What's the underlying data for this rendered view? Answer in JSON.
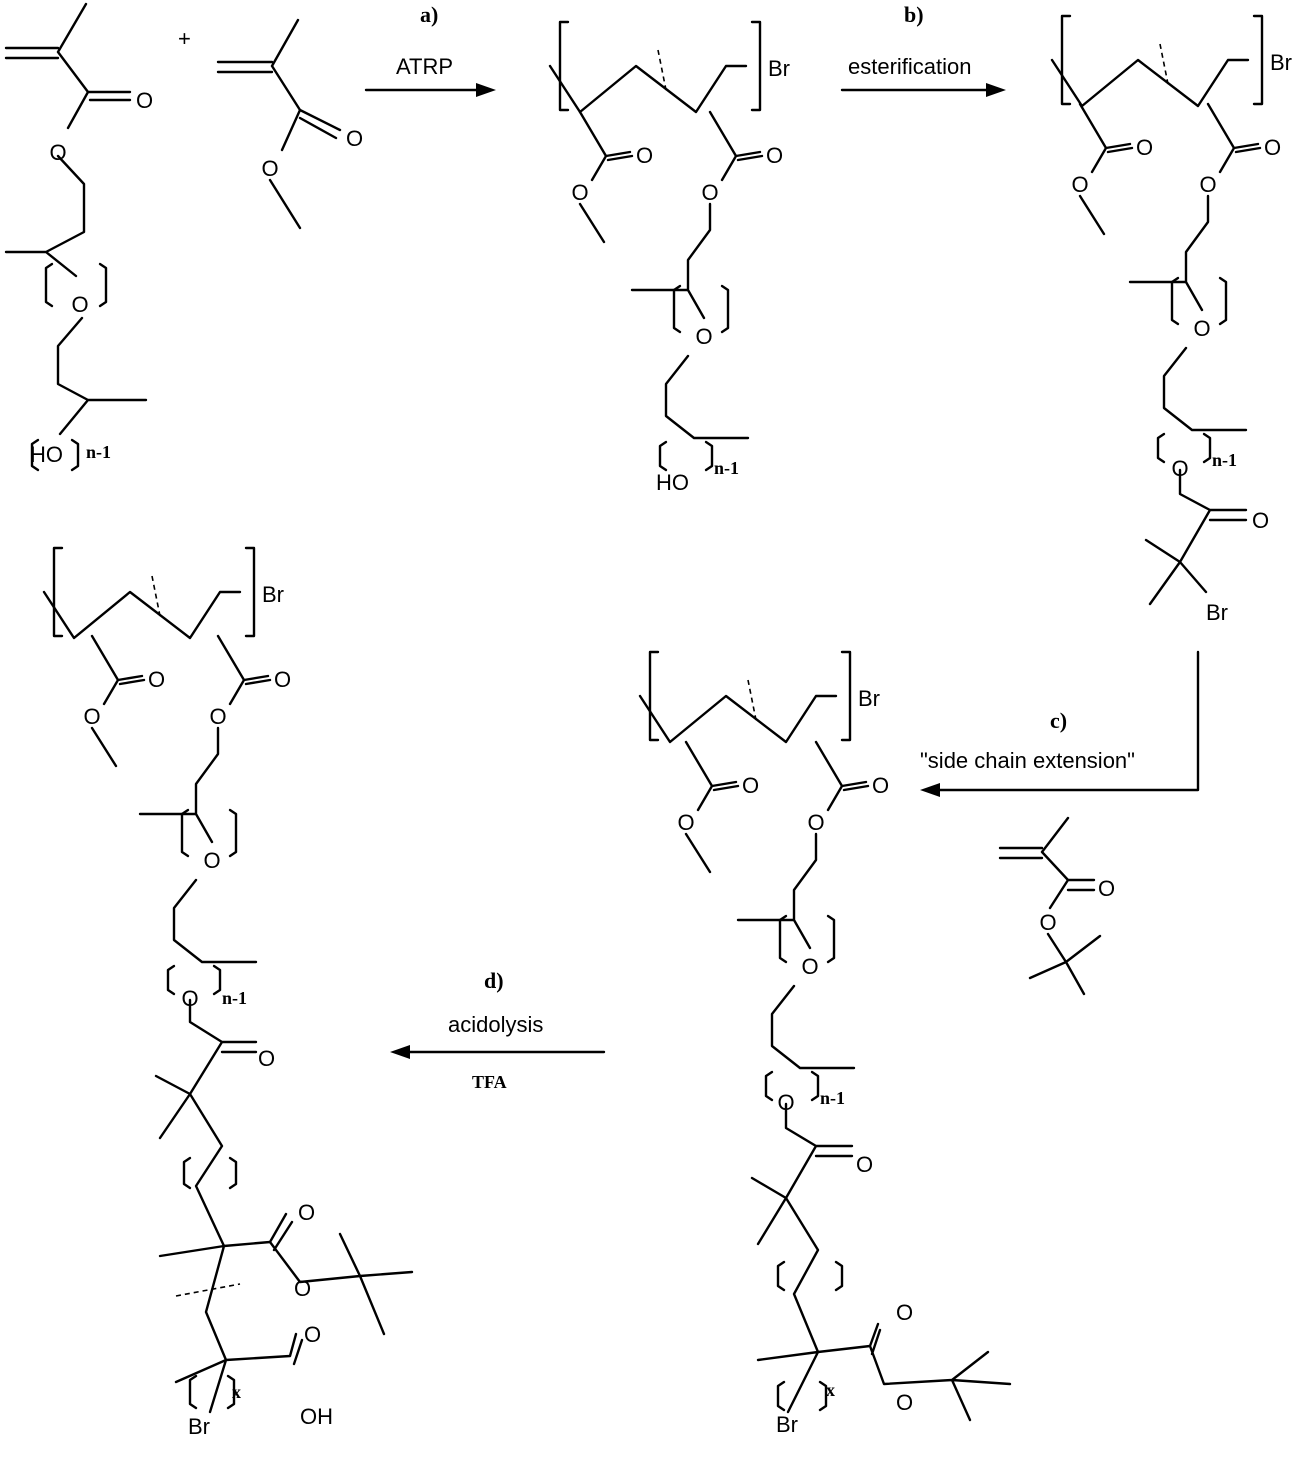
{
  "atoms": {
    "O": "O",
    "Br": "Br",
    "HO": "HO",
    "OH": "OH",
    "plus": "+",
    "n1": "n-1",
    "x": "x"
  },
  "steps": {
    "a": {
      "label": "a)",
      "text": "ATRP"
    },
    "b": {
      "label": "b)",
      "text": "esterification"
    },
    "c": {
      "label": "c)",
      "text": "\"side chain extension\""
    },
    "d": {
      "label": "d)",
      "text": "acidolysis",
      "reagent": "TFA"
    }
  }
}
